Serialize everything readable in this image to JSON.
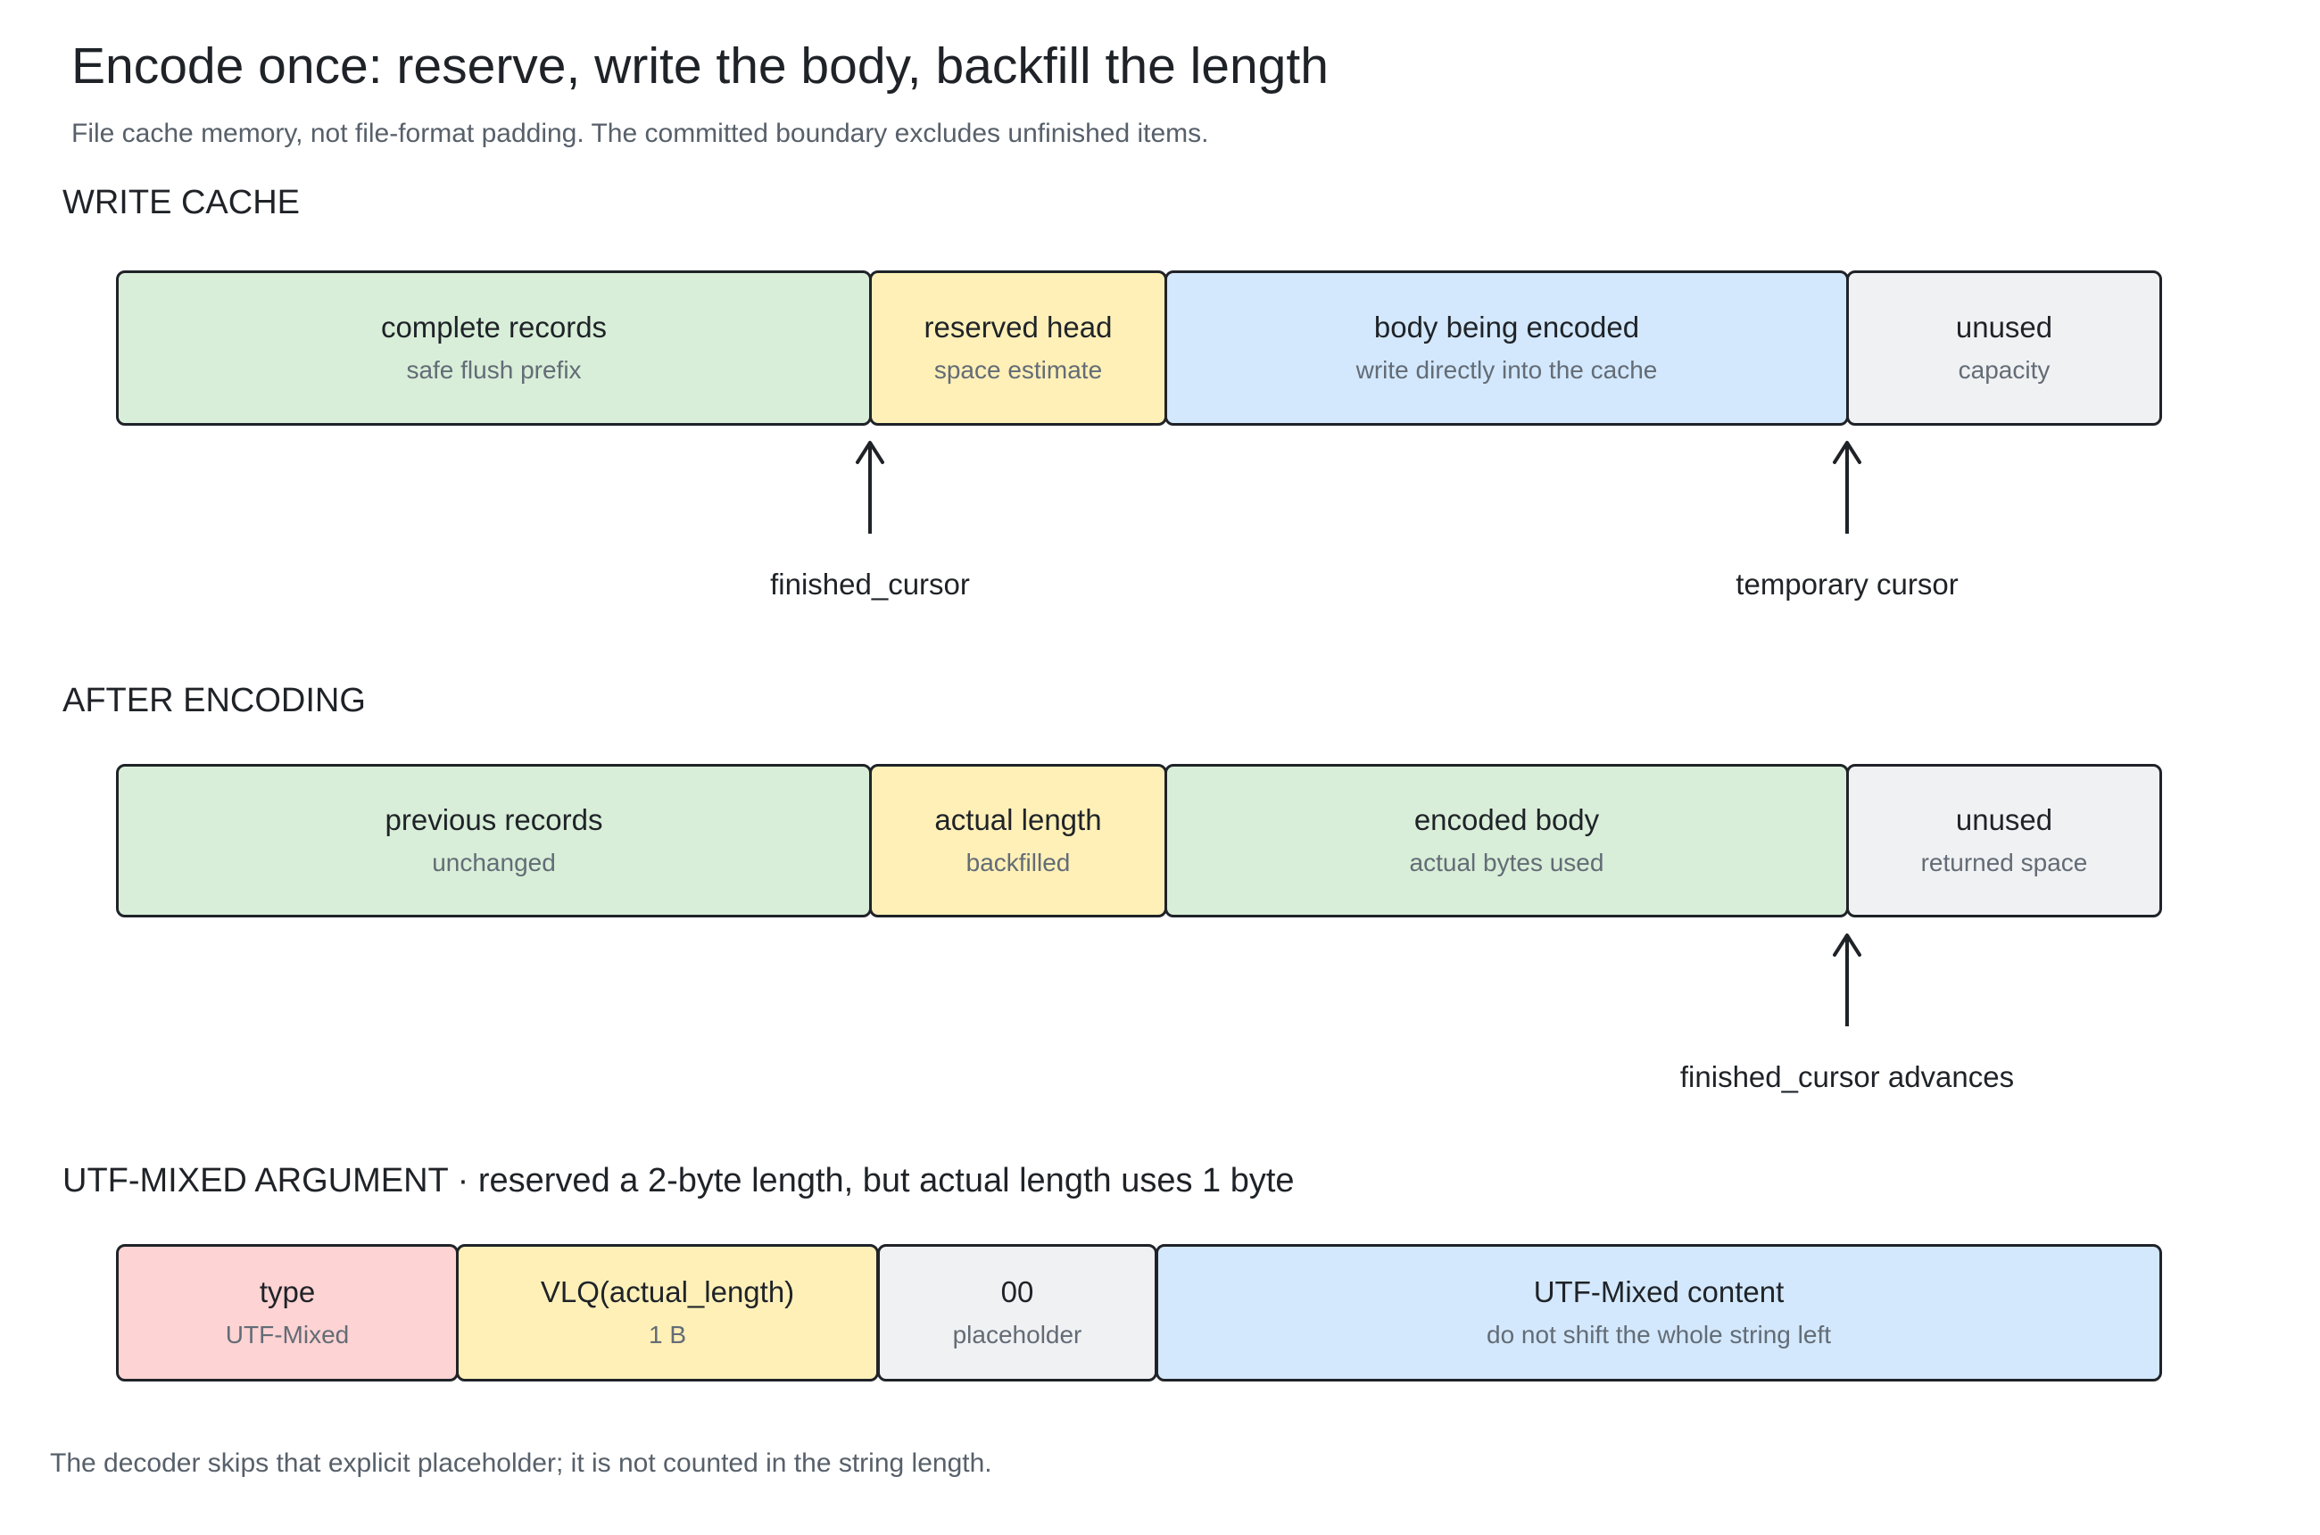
{
  "title": "Encode once: reserve, write the body, backfill the length",
  "subtitle": "File cache memory, not file-format padding. The committed boundary excludes unfinished items.",
  "colors": {
    "green": "#d8eed8",
    "yellow": "#fff0b8",
    "blue": "#d3e8fc",
    "gray": "#f0f1f3",
    "red": "#fdd3d3",
    "border": "#1f2328"
  },
  "write_cache": {
    "heading": "WRITE CACHE",
    "segments": [
      {
        "label": "complete records",
        "sub": "safe flush prefix",
        "color": "green"
      },
      {
        "label": "reserved head",
        "sub": "space estimate",
        "color": "yellow"
      },
      {
        "label": "body being encoded",
        "sub": "write directly into the cache",
        "color": "blue"
      },
      {
        "label": "unused",
        "sub": "capacity",
        "color": "gray"
      }
    ],
    "pointers": {
      "finished": "finished_cursor",
      "temporary": "temporary cursor"
    }
  },
  "after_encoding": {
    "heading": "AFTER ENCODING",
    "segments": [
      {
        "label": "previous records",
        "sub": "unchanged",
        "color": "green"
      },
      {
        "label": "actual length",
        "sub": "backfilled",
        "color": "yellow"
      },
      {
        "label": "encoded body",
        "sub": "actual bytes used",
        "color": "green"
      },
      {
        "label": "unused",
        "sub": "returned space",
        "color": "gray"
      }
    ],
    "pointers": {
      "advanced": "finished_cursor advances"
    }
  },
  "utf_mixed": {
    "heading": "UTF-MIXED ARGUMENT · reserved a 2-byte length, but actual length uses 1 byte",
    "segments": [
      {
        "label": "type",
        "sub": "UTF-Mixed",
        "color": "red"
      },
      {
        "label": "VLQ(actual_length)",
        "sub": "1 B",
        "color": "yellow"
      },
      {
        "label": "00",
        "sub": "placeholder",
        "color": "gray"
      },
      {
        "label": "UTF-Mixed content",
        "sub": "do not shift the whole string left",
        "color": "blue"
      }
    ]
  },
  "footnote": "The decoder skips that explicit placeholder; it is not counted in the string length."
}
